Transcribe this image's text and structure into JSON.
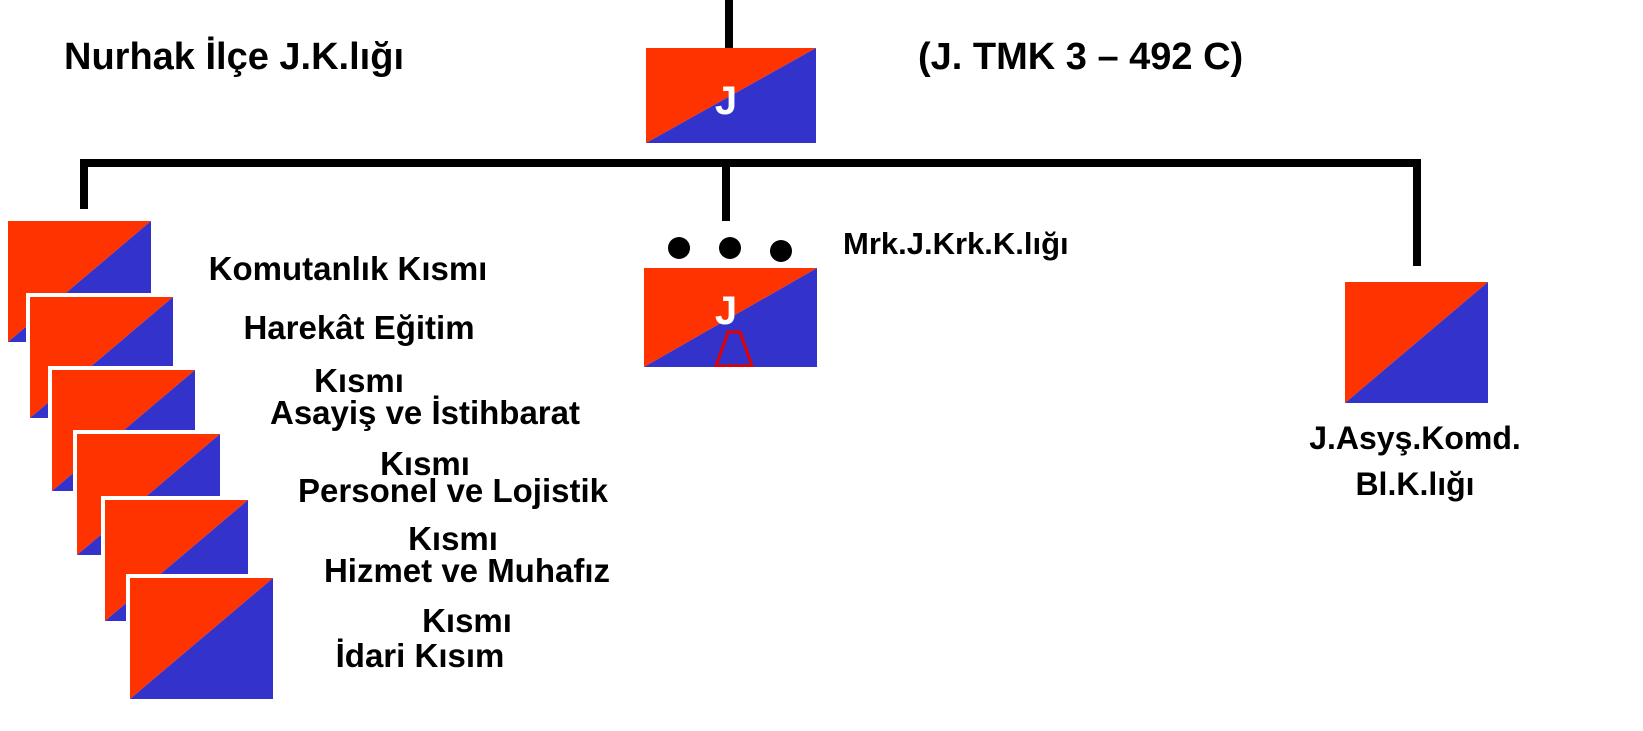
{
  "header": {
    "title": "Nurhak İlçe J.K.lığı",
    "code": "(J. TMK 3 – 492 C)"
  },
  "colors": {
    "red": "#ff3300",
    "blue": "#3333cc",
    "outline_red": "#e00000"
  },
  "units": {
    "hq_letter": "J",
    "center_letter": "J",
    "center_label": "Mrk.J.Krk.K.lığı",
    "bl_label_line1": "J.Asyş.Komd.",
    "bl_label_line2": "Bl.K.lığı"
  },
  "sections": [
    {
      "line1": "Komutanlık Kısmı",
      "line2": ""
    },
    {
      "line1": "Harekât Eğitim",
      "line2": "Kısmı"
    },
    {
      "line1": "Asayiş ve İstihbarat",
      "line2": "Kısmı"
    },
    {
      "line1": "Personel ve Lojistik",
      "line2": "Kısmı"
    },
    {
      "line1": "Hizmet ve Muhafız",
      "line2": "Kısmı"
    },
    {
      "line1": "İdari Kısım",
      "line2": ""
    }
  ]
}
